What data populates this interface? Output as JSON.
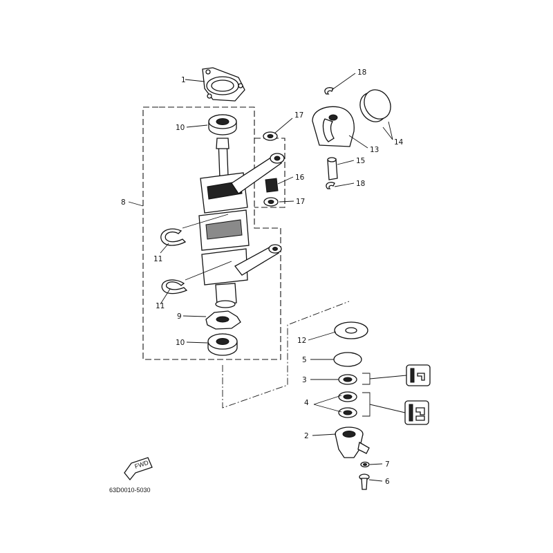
{
  "labels": [
    {
      "id": "p1",
      "text": "1"
    },
    {
      "id": "p10a",
      "text": "10"
    },
    {
      "id": "p8",
      "text": "8"
    },
    {
      "id": "p11a",
      "text": "11"
    },
    {
      "id": "p11b",
      "text": "11"
    },
    {
      "id": "p9",
      "text": "9"
    },
    {
      "id": "p10b",
      "text": "10"
    },
    {
      "id": "p18a",
      "text": "18"
    },
    {
      "id": "p17a",
      "text": "17"
    },
    {
      "id": "p13",
      "text": "13"
    },
    {
      "id": "p14",
      "text": "14"
    },
    {
      "id": "p15",
      "text": "15"
    },
    {
      "id": "p16",
      "text": "16"
    },
    {
      "id": "p18b",
      "text": "18"
    },
    {
      "id": "p17b",
      "text": "17"
    },
    {
      "id": "p12",
      "text": "12"
    },
    {
      "id": "p5",
      "text": "5"
    },
    {
      "id": "p3",
      "text": "3"
    },
    {
      "id": "p4",
      "text": "4"
    },
    {
      "id": "p2",
      "text": "2"
    },
    {
      "id": "p7",
      "text": "7"
    },
    {
      "id": "p6",
      "text": "6"
    }
  ],
  "fwd_mark": "FWD",
  "diagram_code": "63D0010-5030"
}
